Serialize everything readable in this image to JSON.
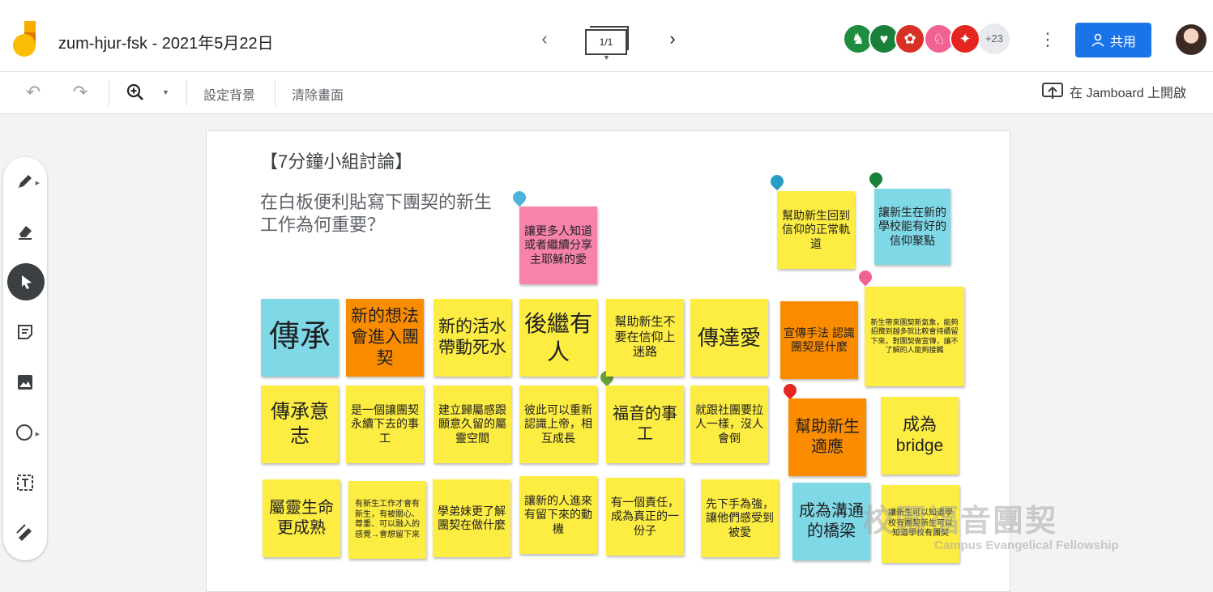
{
  "header": {
    "title": "zum-hjur-fsk - 2021年5月22日",
    "frame_indicator": "1/1",
    "collaborator_count": "+23",
    "share_label": "共用"
  },
  "toolbar": {
    "set_background": "設定背景",
    "clear_frame": "清除畫面",
    "open_in_jamboard": "在 Jamboard 上開啟"
  },
  "board": {
    "heading": "【7分鐘小組討論】",
    "prompt": "在白板便利貼寫下團契的新生工作為何重要？",
    "notes": [
      {
        "text": "讓更多人知道或者繼續分享主耶穌的愛"
      },
      {
        "text": "幫助新生回到信仰的正常軌道"
      },
      {
        "text": "讓新生在新的學校能有好的信仰聚點"
      },
      {
        "text": "傳承"
      },
      {
        "text": "新的想法會進入團契"
      },
      {
        "text": "新的活水帶動死水"
      },
      {
        "text": "後繼有人"
      },
      {
        "text": "幫助新生不要在信仰上迷路"
      },
      {
        "text": "傳達愛"
      },
      {
        "text": "宣傳手法 認識團契是什麼"
      },
      {
        "text": "新生帶來團契新氣象，能夠招攬到越多就比較會持續留下來，對團契做宣傳，讓不了解的人能夠接觸"
      },
      {
        "text": "傳承意志"
      },
      {
        "text": "是一個讓團契永續下去的事工"
      },
      {
        "text": "建立歸屬感跟願意久留的屬靈空間"
      },
      {
        "text": "彼此可以重新認識上帝，相互成長"
      },
      {
        "text": "福音的事工"
      },
      {
        "text": "就跟社團要拉人一樣，沒人會倒"
      },
      {
        "text": "幫助新生適應"
      },
      {
        "text": "成為bridge"
      },
      {
        "text": "屬靈生命更成熟"
      },
      {
        "text": "有新生工作才會有新生，有被關心、尊重、可以融入的感覺→會想留下來"
      },
      {
        "text": "學弟妹更了解團契在做什麼"
      },
      {
        "text": "讓新的人進來有留下來的動機"
      },
      {
        "text": "有一個責任，成為真正的一份子"
      },
      {
        "text": "先下手為強，讓他們感受到被愛"
      },
      {
        "text": "成為溝通的橋梁"
      },
      {
        "text": "讓新生可以知道學校有團契新生可以知道學校有團契"
      }
    ],
    "watermark": {
      "main": "校園福音團契",
      "sub": "Campus Evangelical Fellowship"
    }
  },
  "colors": {
    "yellow": "#fdec41",
    "orange": "#fb8c00",
    "blue": "#7fd8e6",
    "pink": "#f783ac",
    "share_blue": "#1a73e8"
  },
  "icons": [
    "jamboard-logo-icon",
    "chevron-left-icon",
    "chevron-right-icon",
    "frame-icon",
    "more-vert-icon",
    "person-add-icon",
    "undo-icon",
    "redo-icon",
    "zoom-in-icon",
    "open-in-new-icon",
    "pen-icon",
    "eraser-icon",
    "select-icon",
    "sticky-note-icon",
    "image-icon",
    "circle-shape-icon",
    "text-box-icon",
    "laser-icon"
  ]
}
